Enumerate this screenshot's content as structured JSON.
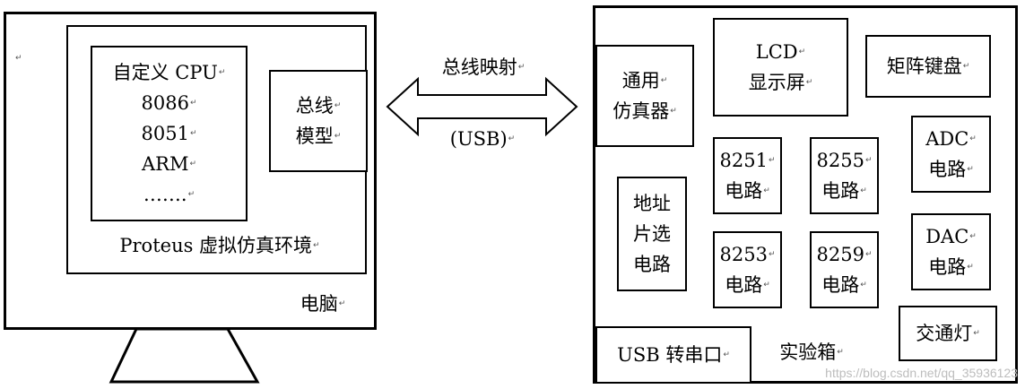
{
  "computer": {
    "label": "电脑",
    "env_label": "Proteus 虚拟仿真环境",
    "cpu_list": [
      "自定义 CPU",
      "8086",
      "8051",
      "ARM",
      "……."
    ],
    "bus_model": [
      "总线",
      "模型"
    ]
  },
  "link": {
    "top": "总线映射",
    "bottom": "(USB)"
  },
  "lab_box": {
    "label": "实验箱",
    "emulator": [
      "通用",
      "仿真器"
    ],
    "lcd": [
      "LCD",
      "显示屏"
    ],
    "keypad": "矩阵键盘",
    "chip_select": [
      "地址",
      "片选",
      "电路"
    ],
    "c8251": [
      "8251",
      "电路"
    ],
    "c8255": [
      "8255",
      "电路"
    ],
    "c8253": [
      "8253",
      "电路"
    ],
    "c8259": [
      "8259",
      "电路"
    ],
    "adc": [
      "ADC",
      "电路"
    ],
    "dac": [
      "DAC",
      "电路"
    ],
    "usb_serial": "USB 转串口",
    "traffic": "交通灯"
  },
  "watermark": "https://blog.csdn.net/qq_35936123",
  "colors": {
    "line": "#000000",
    "watermark": "#bdbdbd"
  }
}
